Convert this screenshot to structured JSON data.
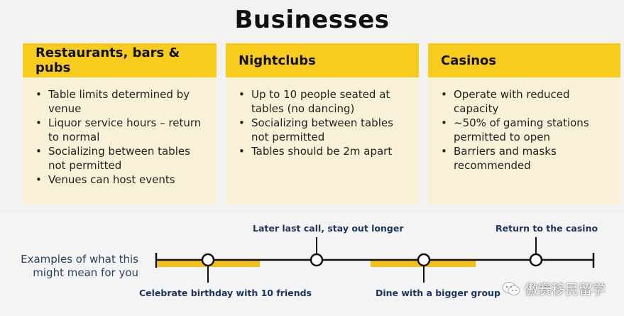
{
  "title": "Businesses",
  "cards": [
    {
      "header": "Restaurants, bars & pubs",
      "items": [
        "Table limits determined by venue",
        "Liquor service hours – return to normal",
        "Socializing between tables not permitted",
        "Venues can host events"
      ]
    },
    {
      "header": "Nightclubs",
      "items": [
        "Up to 10 people seated at tables (no dancing)",
        "Socializing between tables not permitted",
        "Tables should be 2m apart"
      ]
    },
    {
      "header": "Casinos",
      "items": [
        "Operate with reduced capacity",
        "~50% of gaming stations permitted to open",
        "Barriers and masks recommended"
      ]
    }
  ],
  "timeline": {
    "label_line1": "Examples of what this",
    "label_line2": "might mean for you",
    "events": [
      {
        "label": "Celebrate birthday with 10 friends",
        "position": "below"
      },
      {
        "label": "Later last call, stay out longer",
        "position": "above"
      },
      {
        "label": "Dine with a bigger group",
        "position": "below"
      },
      {
        "label": "Return to the casino",
        "position": "above"
      }
    ]
  },
  "watermark": {
    "text": "傲赛移民留学",
    "icon": "wechat-icon"
  },
  "colors": {
    "header_yellow": "#f7cc1c",
    "card_body": "#f8f1d8",
    "timeline_highlight": "#f2c21a",
    "timeline_text": "#1d3561"
  }
}
